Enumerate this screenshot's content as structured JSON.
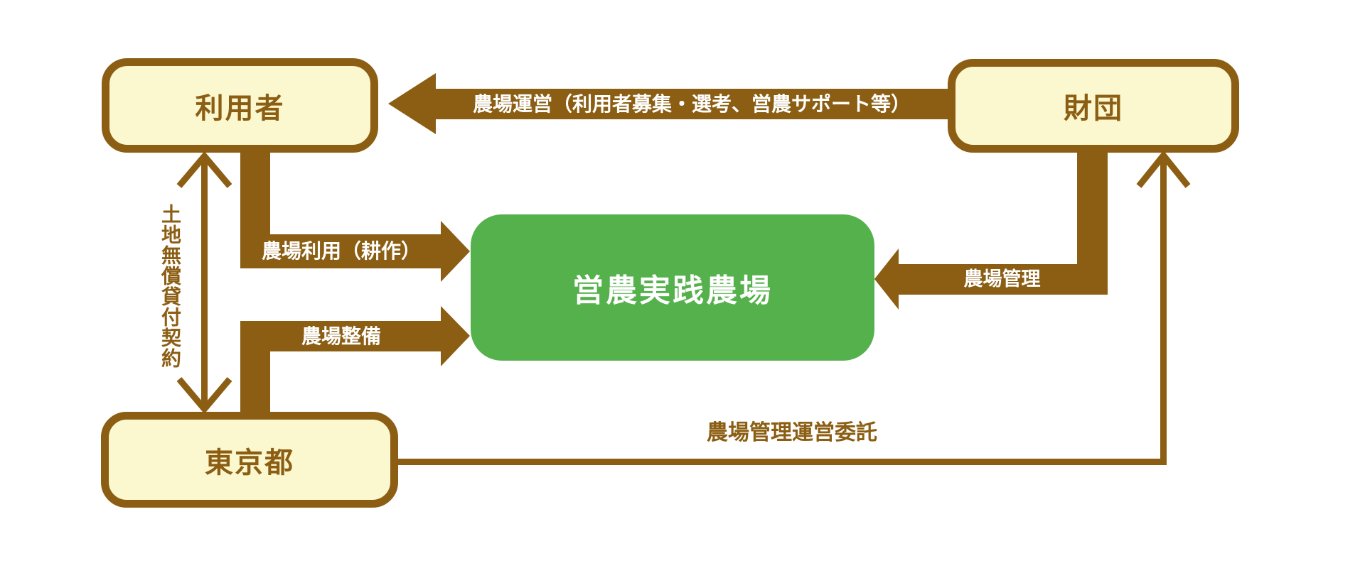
{
  "diagram": {
    "background": "#FFFFFF",
    "colors": {
      "brown": "#8B5E13",
      "cream_fill": "#FBF7CF",
      "green": "#55B14C",
      "label_on_band": "#FFFFFF"
    },
    "nodes": {
      "users": {
        "label": "利用者"
      },
      "foundation": {
        "label": "財団"
      },
      "tokyo": {
        "label": "東京都"
      },
      "farm": {
        "label": "営農実践農場"
      }
    },
    "edges": {
      "farm_operation": {
        "label": "農場運営（利用者募集・選考、営農サポート等）",
        "from": "foundation",
        "to": "users",
        "style": "thick-band-arrow"
      },
      "land_lease": {
        "label": "土地無償貸付契約",
        "from": "users",
        "to": "tokyo",
        "style": "thin-double-arrow"
      },
      "farm_use": {
        "label": "農場利用（耕作）",
        "from": "users",
        "to": "farm",
        "style": "thick-band-arrow"
      },
      "farm_improvement": {
        "label": "農場整備",
        "from": "tokyo",
        "to": "farm",
        "style": "thick-band-arrow"
      },
      "farm_management": {
        "label": "農場管理",
        "from": "foundation",
        "to": "farm",
        "style": "thick-band-arrow"
      },
      "management_consignment": {
        "label": "農場管理運営委託",
        "from": "tokyo",
        "to": "foundation",
        "style": "thin-arrow"
      }
    }
  }
}
